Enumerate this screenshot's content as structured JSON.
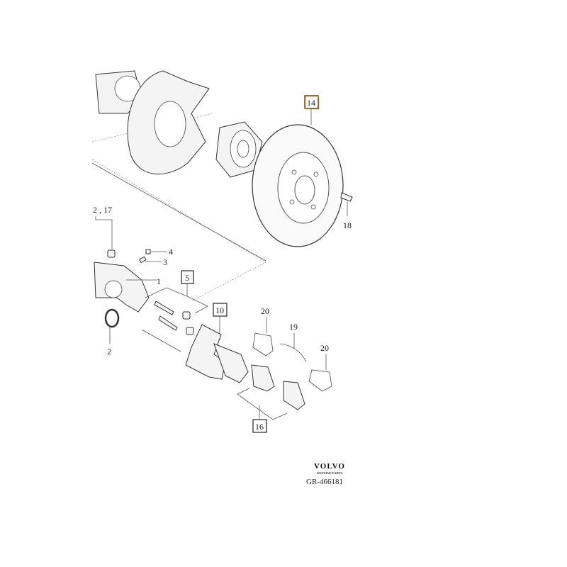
{
  "callouts": {
    "c14": "14",
    "c18": "18",
    "c2_17": "2 , 17",
    "c4": "4",
    "c3": "3",
    "c1": "1",
    "c5": "5",
    "c2": "2",
    "c10": "10",
    "c20a": "20",
    "c19": "19",
    "c20b": "20",
    "c16": "16"
  },
  "highlighted_part": "14",
  "highlight_color": "#f5b942",
  "logo": {
    "brand": "VOLVO",
    "tagline": "GENUINE PARTS"
  },
  "diagram_id": "GR-466181"
}
